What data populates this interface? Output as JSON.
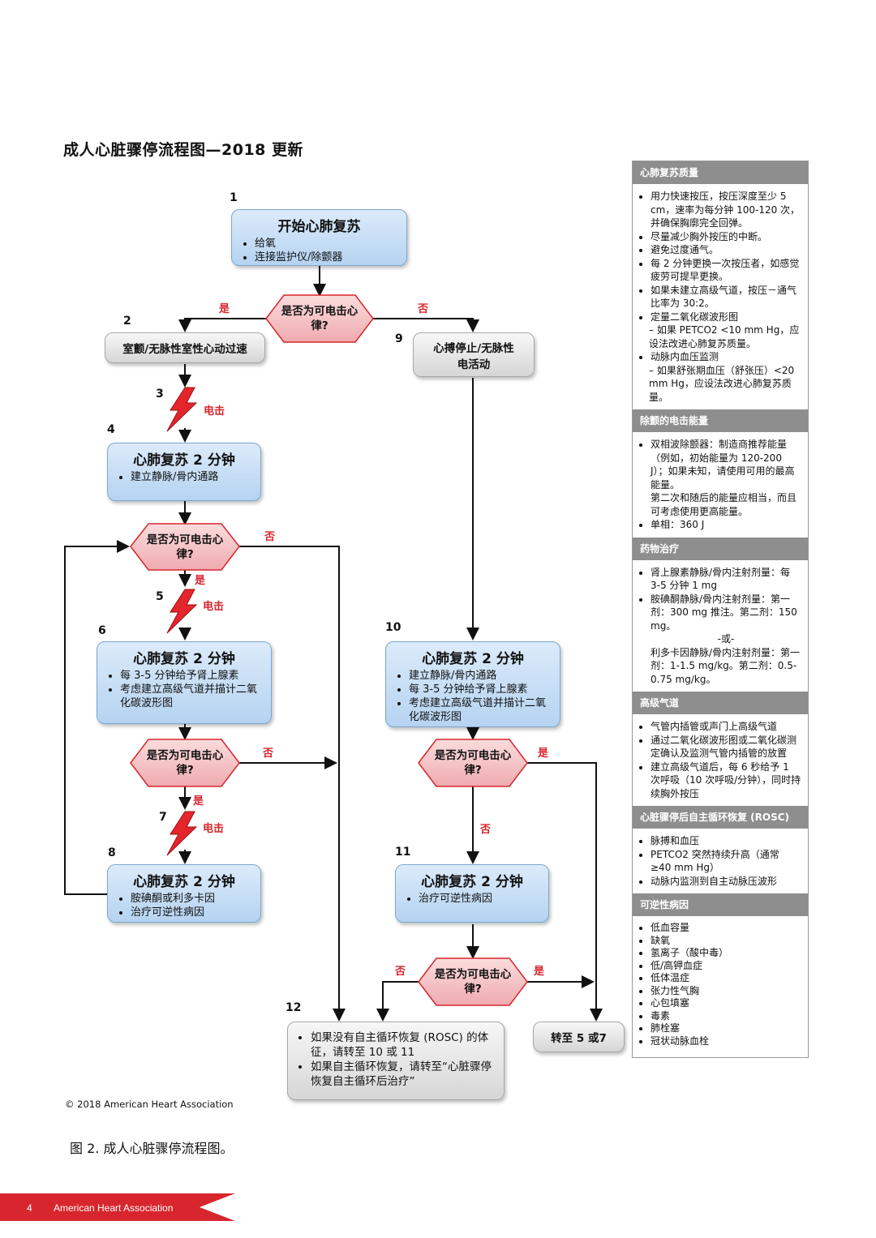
{
  "title": "成人心脏骤停流程图—2018 更新",
  "flow": {
    "n1": "1",
    "box1": {
      "title": "开始心肺复苏",
      "items": [
        "给氧",
        "连接监护仪/除颤器"
      ]
    },
    "dec1": "是否为可电击心律?",
    "yes": "是",
    "no": "否",
    "n2": "2",
    "box2": "室颤/无脉性室性心动过速",
    "n3": "3",
    "shock": "电击",
    "n4": "4",
    "box4": {
      "title": "心肺复苏 2 分钟",
      "items": [
        "建立静脉/骨内通路"
      ]
    },
    "dec2": "是否为可电击心律?",
    "n5": "5",
    "n6": "6",
    "box6": {
      "title": "心肺复苏 2 分钟",
      "items": [
        "每 3-5 分钟给予肾上腺素",
        "考虑建立高级气道并描计二氧化碳波形图"
      ]
    },
    "dec3": "是否为可电击心律?",
    "n7": "7",
    "n8": "8",
    "box8": {
      "title": "心肺复苏 2 分钟",
      "items": [
        "胺碘酮或利多卡因",
        "治疗可逆性病因"
      ]
    },
    "n9": "9",
    "box9": "心搏停止/无脉性电活动",
    "n10": "10",
    "box10": {
      "title": "心肺复苏 2 分钟",
      "items": [
        "建立静脉/骨内通路",
        "每 3-5 分钟给予肾上腺素",
        "考虑建立高级气道并描计二氧化碳波形图"
      ]
    },
    "dec4": "是否为可电击心律?",
    "n11": "11",
    "box11": {
      "title": "心肺复苏 2 分钟",
      "items": [
        "治疗可逆性病因"
      ]
    },
    "dec5": "是否为可电击心律?",
    "n12": "12",
    "box12": {
      "items": [
        "如果没有自主循环恢复 (ROSC) 的体征，请转至 10 或 11",
        "如果自主循环恢复，请转至“心脏骤停恢复自主循环后治疗”"
      ]
    },
    "goto": "转至 5 或7"
  },
  "sidebar": {
    "sections": [
      {
        "title": "心肺复苏质量",
        "items": [
          "用力快速按压，按压深度至少 5 cm，速率为每分钟 100-120 次，并确保胸廓完全回弹。",
          "尽量减少胸外按压的中断。",
          "避免过度通气。",
          "每 2 分钟更换一次按压者，如感觉疲劳可提早更换。",
          "如果未建立高级气道，按压－通气比率为 30:2。",
          "定量二氧化碳波形图",
          "– 如果 PETCO2 <10 mm Hg，应设法改进心肺复苏质量。",
          "动脉内血压监测",
          "– 如果舒张期血压（舒张压）<20 mm Hg，应设法改进心肺复苏质量。"
        ]
      },
      {
        "title": "除颤的电击能量",
        "items": [
          "双相波除颤器：制造商推荐能量（例如，初始能量为 120-200 J）；如果未知，请使用可用的最高能量。",
          "第二次和随后的能量应相当，而且可考虑使用更高能量。",
          "单相：360 J"
        ]
      },
      {
        "title": "药物治疗",
        "items": [
          "肾上腺素静脉/骨内注射剂量：每 3-5 分钟 1 mg",
          "胺碘酮静脉/骨内注射剂量：第一剂：300 mg 推注。第二剂：150 mg。",
          "-或-",
          "利多卡因静脉/骨内注射剂量：第一剂：1-1.5 mg/kg。第二剂：0.5-0.75 mg/kg。"
        ]
      },
      {
        "title": "高级气道",
        "items": [
          "气管内插管或声门上高级气道",
          "通过二氧化碳波形图或二氧化碳测定确认及监测气管内插管的放置",
          "建立高级气道后，每 6 秒给予 1 次呼吸（10 次呼吸/分钟），同时持续胸外按压"
        ]
      },
      {
        "title": "心脏骤停后自主循环恢复 (ROSC)",
        "items": [
          "脉搏和血压",
          "PETCO2 突然持续升高（通常 ≥40 mm Hg）",
          "动脉内监测到自主动脉压波形"
        ]
      },
      {
        "title": "可逆性病因",
        "items": [
          "低血容量",
          "缺氧",
          "氢离子（酸中毒）",
          "低/高钾血症",
          "低体温症",
          "张力性气胸",
          "心包填塞",
          "毒素",
          "肺栓塞",
          "冠状动脉血栓"
        ]
      }
    ]
  },
  "copyright": "© 2018 American Heart Association",
  "caption": "图 2. 成人心脏骤停流程图。",
  "footer": {
    "page": "4",
    "org": "American Heart Association"
  },
  "colors": {
    "red": "#d7262e",
    "diamond_fill": "#f6c6c9",
    "box_blue": "#c7ddf5",
    "sidebar_header": "#8e8e8e"
  }
}
